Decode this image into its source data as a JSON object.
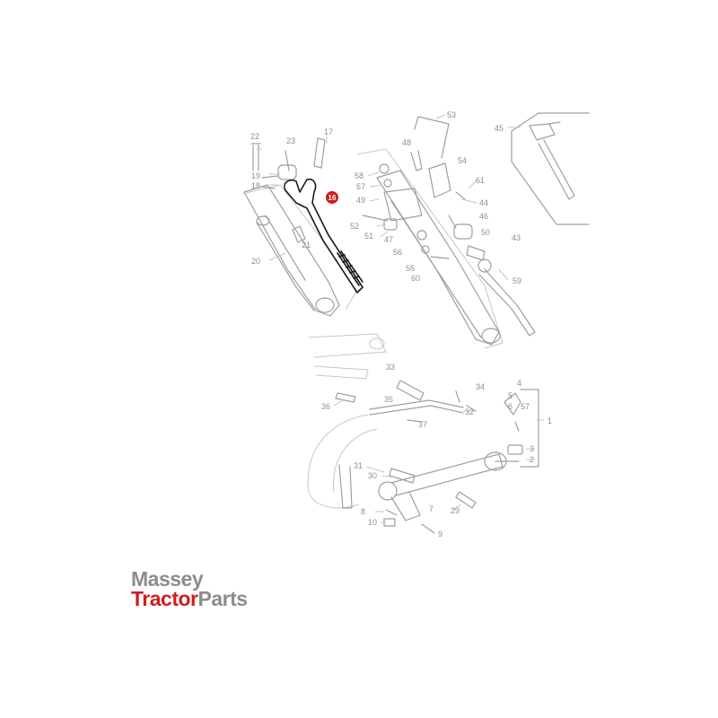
{
  "logo": {
    "line1": "Massey",
    "line2_red": "Tractor",
    "line2_grey": "Parts"
  },
  "highlight": {
    "label": "16",
    "color": "#cc1f1f"
  },
  "colors": {
    "linework": "#9aa0a6",
    "highlighted_part": "#1a1a1a",
    "brand_red": "#cc1f1f",
    "brand_grey": "#8c8c8c"
  },
  "callouts": [
    "22",
    "23",
    "17",
    "19",
    "18",
    "21",
    "20",
    "48",
    "53",
    "58",
    "57",
    "49",
    "52",
    "51",
    "47",
    "54",
    "61",
    "44",
    "46",
    "50",
    "43",
    "56",
    "55",
    "60",
    "59",
    "45",
    "33",
    "34",
    "36",
    "35",
    "32",
    "37",
    "4",
    "5",
    "57",
    "6",
    "1",
    "3",
    "2",
    "31",
    "30",
    "29",
    "7",
    "8",
    "10",
    "9"
  ]
}
